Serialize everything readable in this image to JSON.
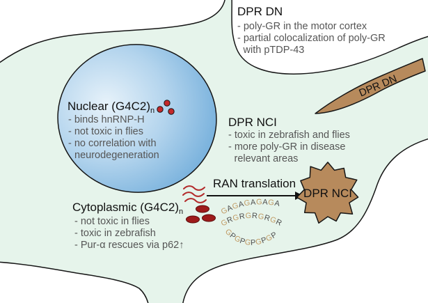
{
  "dpr_dn": {
    "title": "DPR DN",
    "items": [
      "- poly-GR in the motor cortex",
      "- partial colocalization of poly-GR",
      "with pTDP-43"
    ],
    "aggregate_label": "DPR DN"
  },
  "nuclear": {
    "title": "Nuclear (G4C2)",
    "title_subscript": "n",
    "items": [
      "- binds hnRNP-H",
      "- not toxic in flies",
      "- no correlation with",
      "neurodegeneration"
    ]
  },
  "dpr_nci": {
    "title": "DPR NCI",
    "items": [
      "- toxic in zebrafish and flies",
      "- more poly-GR in disease",
      "relevant areas"
    ],
    "aggregate_label": "DPR NCI"
  },
  "ran_translation": {
    "label": "RAN translation"
  },
  "cytoplasmic": {
    "title": "Cytoplasmic (G4C2)",
    "title_subscript": "n",
    "items": [
      "- not toxic in flies",
      "- toxic in zebrafish",
      "- Pur-α rescues via p62↑"
    ]
  },
  "repeats": [
    "GAGAGAGAGA",
    "GRGRGRGRGR",
    "GPGPGPGPGP"
  ],
  "colors": {
    "cytoplasm": "#e6f4eb",
    "extracellular": "#ffffff",
    "nucleus_light": "#e7f2fa",
    "nucleus_mid": "#b3d4ed",
    "nucleus_dark": "#62a4d6",
    "aggregate": "#b78a5c",
    "rna": "#b32a2a",
    "ribosome": "#9e1b1b",
    "nuclear_foci": "#c4292b",
    "residue_g": "#c09a63",
    "residue_other": "#4d4d4d"
  }
}
